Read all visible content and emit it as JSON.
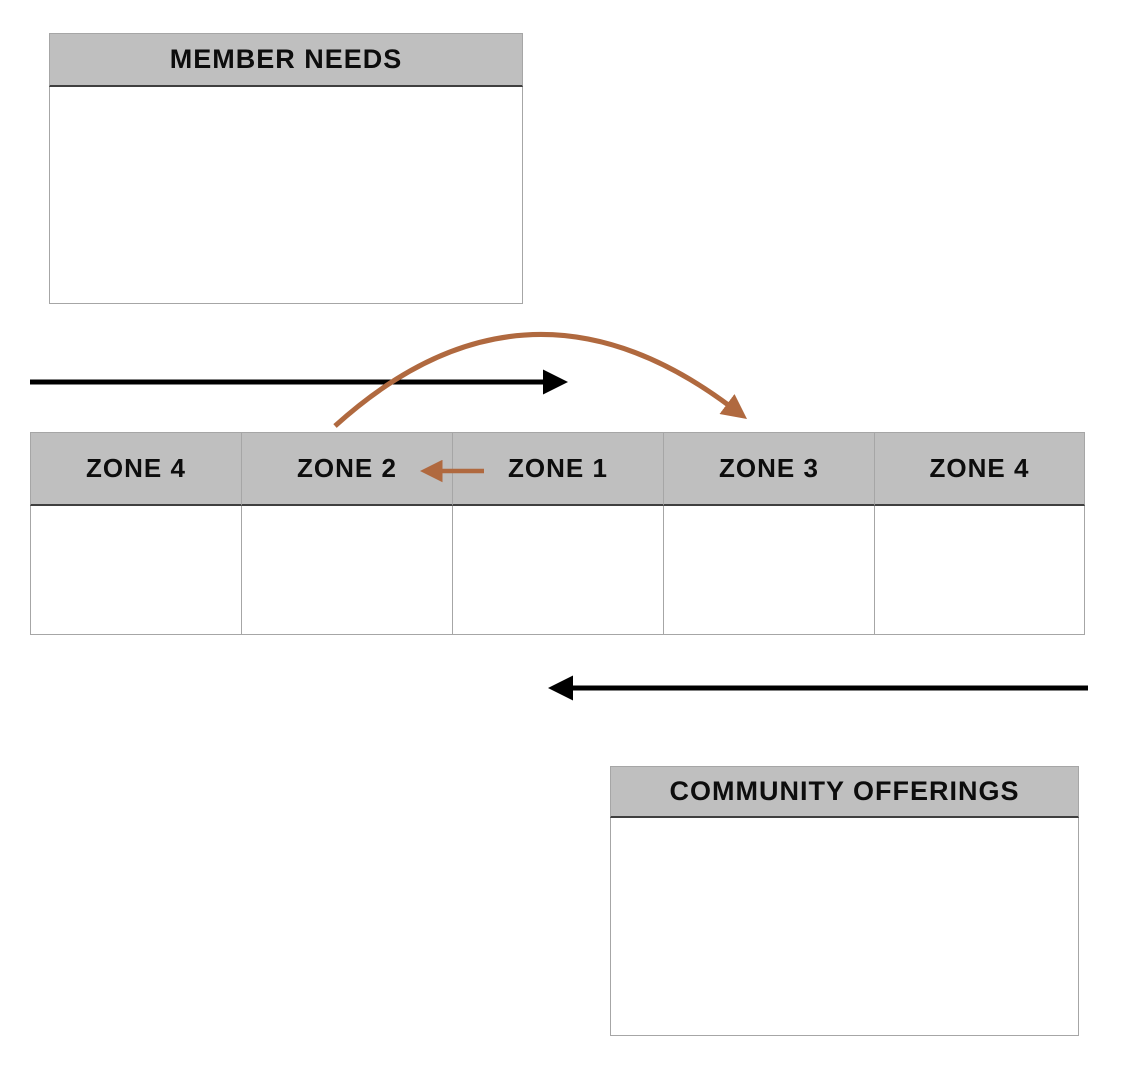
{
  "diagram": {
    "member_needs_box": {
      "title": "MEMBER NEEDS"
    },
    "community_offerings_box": {
      "title": "COMMUNITY OFFERINGS"
    },
    "zone_table": {
      "columns": [
        {
          "label": "ZONE 4"
        },
        {
          "label": "ZONE 2"
        },
        {
          "label": "ZONE 1"
        },
        {
          "label": "ZONE 3"
        },
        {
          "label": "ZONE 4"
        }
      ]
    },
    "arrows": {
      "top_flow_direction": "right",
      "bottom_flow_direction": "left",
      "arc_from_zone": "ZONE 2",
      "arc_to_zone": "ZONE 3",
      "small_arrow_direction": "left"
    },
    "colors": {
      "header_fill": "#bfbfbf",
      "border": "#a6a6a6",
      "header_underline": "#3f3f3f",
      "arrow_black": "#000000",
      "arrow_accent": "#b0693f",
      "text": "#0d0d0d"
    }
  }
}
